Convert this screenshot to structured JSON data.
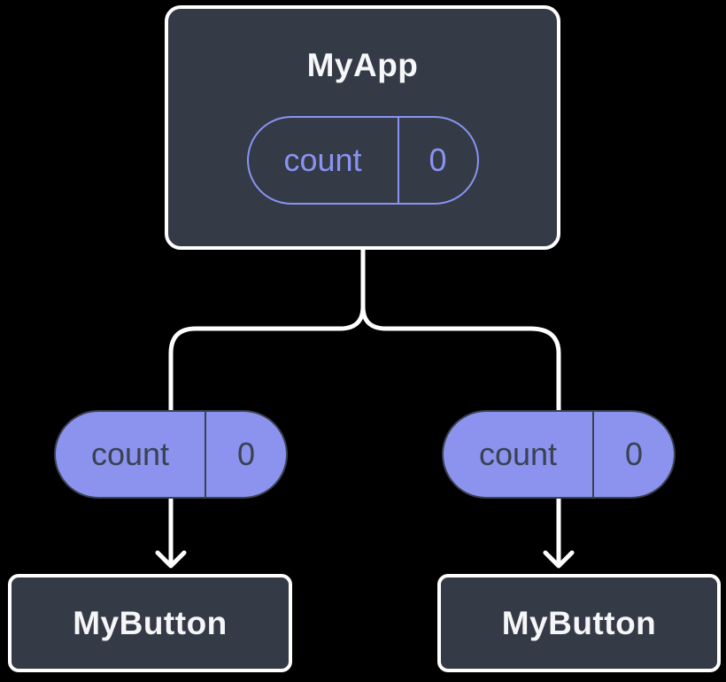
{
  "diagram": {
    "description": "Component tree: MyApp holds count state shared to two MyButton children",
    "root": {
      "label": "MyApp",
      "state": {
        "name": "count",
        "value": "0"
      }
    },
    "edges": {
      "left_prop": {
        "name": "count",
        "value": "0"
      },
      "right_prop": {
        "name": "count",
        "value": "0"
      }
    },
    "children": [
      {
        "label": "MyButton"
      },
      {
        "label": "MyButton"
      }
    ]
  },
  "colors": {
    "background": "#000000",
    "node_fill": "#343B46",
    "node_border": "#FFFFFF",
    "node_title_text": "#F6F7F9",
    "connector": "#FFFFFF",
    "state_pill_stroke": "#8A93F3",
    "prop_pill_fill": "#8B93EE",
    "prop_pill_outline": "#3A4150",
    "prop_pill_text": "#3A4150"
  }
}
